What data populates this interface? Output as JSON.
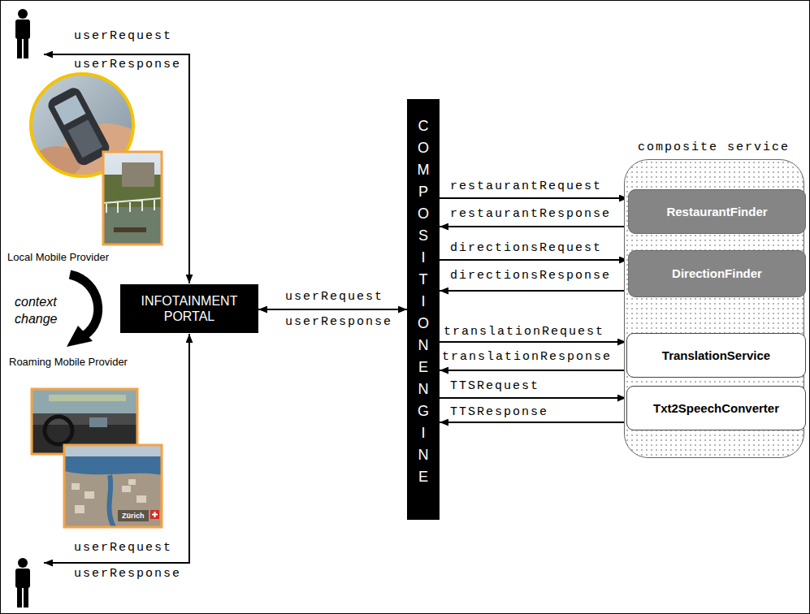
{
  "diagram": {
    "nodes": [
      {
        "text": [
          "INFOTAINMENT PORTAL"
        ]
      },
      {
        "text": [
          "COMPOSITION ENGINE"
        ]
      },
      {
        "text": [
          "composite service"
        ]
      },
      {
        "text": [
          "RestaurantFinder"
        ],
        "in": 2
      },
      {
        "text": [
          "DirectionFinder"
        ],
        "in": 2
      },
      {
        "text": [
          "TranslationService"
        ],
        "in": 2
      },
      {
        "text": [
          "Txt2SpeechConverter"
        ],
        "in": 2
      }
    ],
    "edges": [
      {
        "from": 0,
        "to": 1,
        "arrow": "to",
        "label": "userRequest"
      },
      {
        "from": 1,
        "to": 0,
        "arrow": "to",
        "label": "userResponse"
      },
      {
        "from": 1,
        "to": 3,
        "arrow": "to",
        "label": "restaurantRequest"
      },
      {
        "from": 3,
        "to": 1,
        "arrow": "to",
        "label": "restaurantResponse"
      },
      {
        "from": 1,
        "to": 4,
        "arrow": "to",
        "label": "directionsRequest"
      },
      {
        "from": 4,
        "to": 1,
        "arrow": "to",
        "label": "directionsResponse"
      },
      {
        "from": 1,
        "to": 5,
        "arrow": "to",
        "label": "translationRequest"
      },
      {
        "from": 5,
        "to": 1,
        "arrow": "to",
        "label": "translationResponse"
      },
      {
        "from": 1,
        "to": 6,
        "arrow": "to",
        "label": "TTSRequest"
      },
      {
        "from": 6,
        "to": 1,
        "arrow": "to",
        "label": "TTSResponse"
      }
    ],
    "labels": [
      "userRequest",
      "userResponse",
      "Local Mobile Provider",
      "context change",
      "Roaming Mobile Provider",
      "Zürich",
      "userRequest",
      "userResponse"
    ]
  }
}
